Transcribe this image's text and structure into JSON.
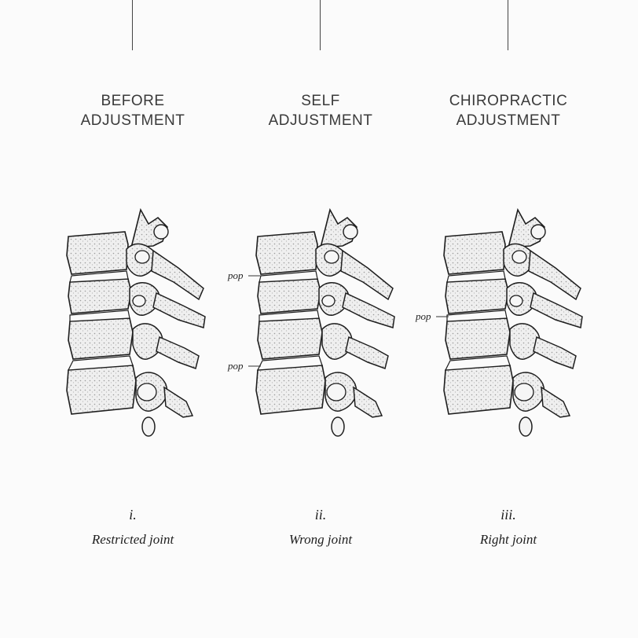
{
  "panels": [
    {
      "heading_line1": "BEFORE",
      "heading_line2": "ADJUSTMENT",
      "numeral": "i.",
      "caption": "Restricted joint",
      "pop_labels": []
    },
    {
      "heading_line1": "SELF",
      "heading_line2": "ADJUSTMENT",
      "numeral": "ii.",
      "caption": "Wrong joint",
      "pop_labels": [
        "pop",
        "pop"
      ]
    },
    {
      "heading_line1": "CHIROPRACTIC",
      "heading_line2": "ADJUSTMENT",
      "numeral": "iii.",
      "caption": "Right joint",
      "pop_labels": [
        "pop"
      ]
    }
  ],
  "colors": {
    "background": "#fbfbfb",
    "ink": "#1e1e1e",
    "bone_fill": "#e6e6e6"
  }
}
